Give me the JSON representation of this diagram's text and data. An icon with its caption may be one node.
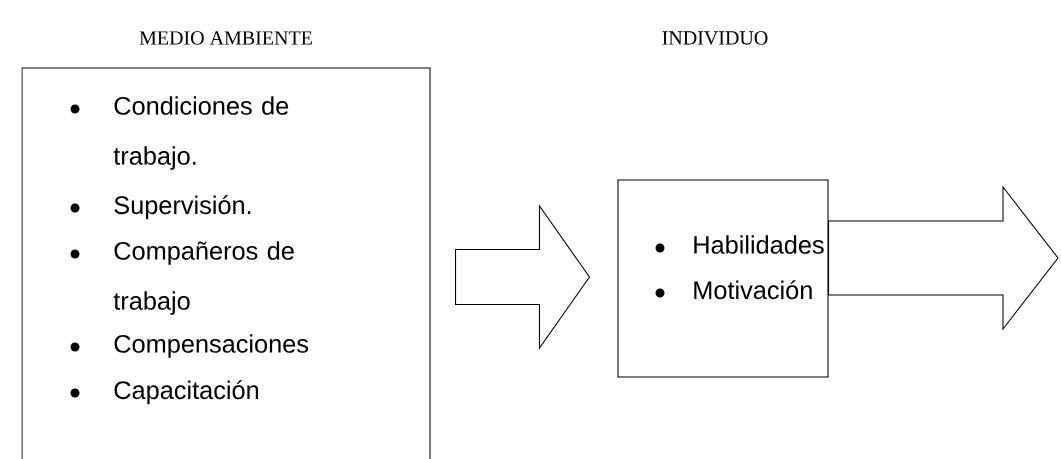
{
  "diagram": {
    "nodes": [
      {
        "text": [
          "Condiciones de trabajo.",
          "Supervisión.",
          "Compañeros de trabajo",
          "Compensaciones",
          "Capacitación"
        ]
      },
      {
        "text": [
          "Habilidades",
          "Motivación"
        ]
      }
    ],
    "edges": [
      {
        "from": 0,
        "to": 1,
        "arrow": "to"
      },
      {
        "from": 1,
        "to": null,
        "arrow": "to"
      }
    ],
    "labels": [
      "MEDIO AMBIENTE",
      "INDIVIDUO"
    ]
  }
}
